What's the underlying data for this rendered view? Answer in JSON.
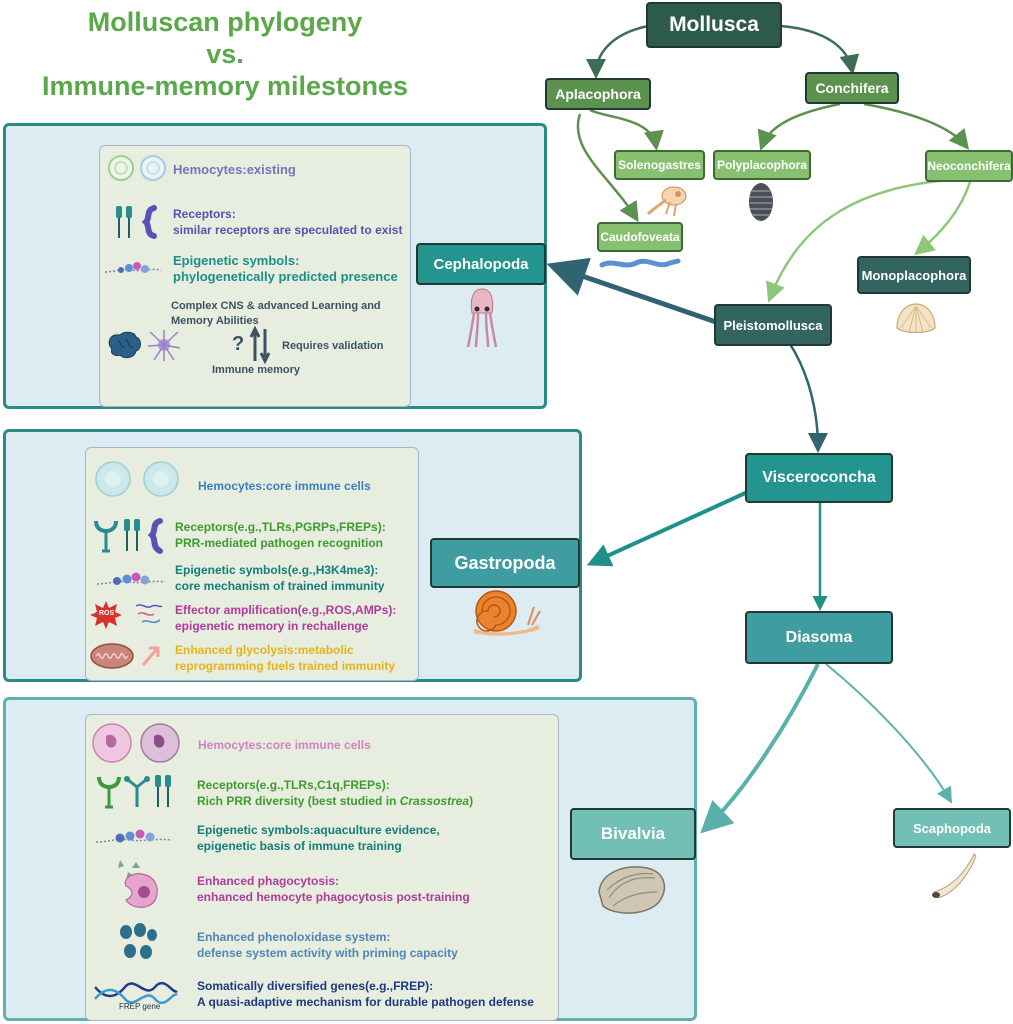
{
  "title": {
    "line1": "Molluscan phylogeny",
    "line2": "vs.",
    "line3": "Immune-memory milestones"
  },
  "tree": {
    "mollusca": "Mollusca",
    "aplacophora": "Aplacophora",
    "conchifera": "Conchifera",
    "solenogastres": "Solenogastres",
    "caudofoveata": "Caudofoveata",
    "polyplacophora": "Polyplacophora",
    "neoconchifera": "Neoconchifera",
    "monoplacophora": "Monoplacophora",
    "pleistomollusca": "Pleistomollusca",
    "visceroconcha": "Visceroconcha",
    "diasoma": "Diasoma",
    "cephalopoda": "Cephalopoda",
    "gastropoda": "Gastropoda",
    "bivalvia": "Bivalvia",
    "scaphopoda": "Scaphopoda"
  },
  "cephalopoda_panel": {
    "hemocytes": "Hemocytes:existing",
    "receptors_1": "Receptors:",
    "receptors_2": "similar receptors are speculated to exist",
    "epigenetic_1": "Epigenetic symbols:",
    "epigenetic_2": "phylogenetically predicted presence",
    "cns_1": "Complex CNS & advanced Learning and",
    "cns_2": "Memory Abilities",
    "question": "?",
    "validation": "Requires validation",
    "immune_memory": "Immune memory"
  },
  "gastropoda_panel": {
    "hemocytes": "Hemocytes:core immune cells",
    "receptors_1": "Receptors(e.g.,TLRs,PGRPs,FREPs):",
    "receptors_2": "PRR-mediated pathogen recognition",
    "epigenetic_1": "Epigenetic symbols(e.g.,H3K4me3):",
    "epigenetic_2": "core mechanism of trained immunity",
    "effector_1": "Effector amplification(e.g.,ROS,AMPs):",
    "effector_2": "epigenetic memory in rechallenge",
    "ros_label": "ROS",
    "glycolysis_1": "Enhanced glycolysis:metabolic",
    "glycolysis_2": "reprogramming fuels trained immunity"
  },
  "bivalvia_panel": {
    "hemocytes": "Hemocytes:core immune cells",
    "receptors_1": "Receptors(e.g.,TLRs,C1q,FREPs):",
    "receptors_2": "Rich PRR diversity (best studied in ",
    "receptors_2_italic": "Crassostrea",
    "receptors_2_end": ")",
    "epigenetic_1": "Epigenetic symbols:aquaculture evidence,",
    "epigenetic_2": "epigenetic basis of immune training",
    "phago_1": "Enhanced phagocytosis:",
    "phago_2": "enhanced hemocyte phagocytosis post-training",
    "pheno_1": "Enhanced phenoloxidase system:",
    "pheno_2": "defense system activity with priming capacity",
    "genes_1": "Somatically diversified genes(e.g.,FREP):",
    "genes_2": "A quasi-adaptive mechanism for durable pathogen defense",
    "frep_label": "FREP gene"
  },
  "colors": {
    "title": "#5aa84a",
    "panel_bg": "#dcecf2",
    "panel_border": "#2a8b86",
    "inner_bg": "#e7eedf"
  }
}
